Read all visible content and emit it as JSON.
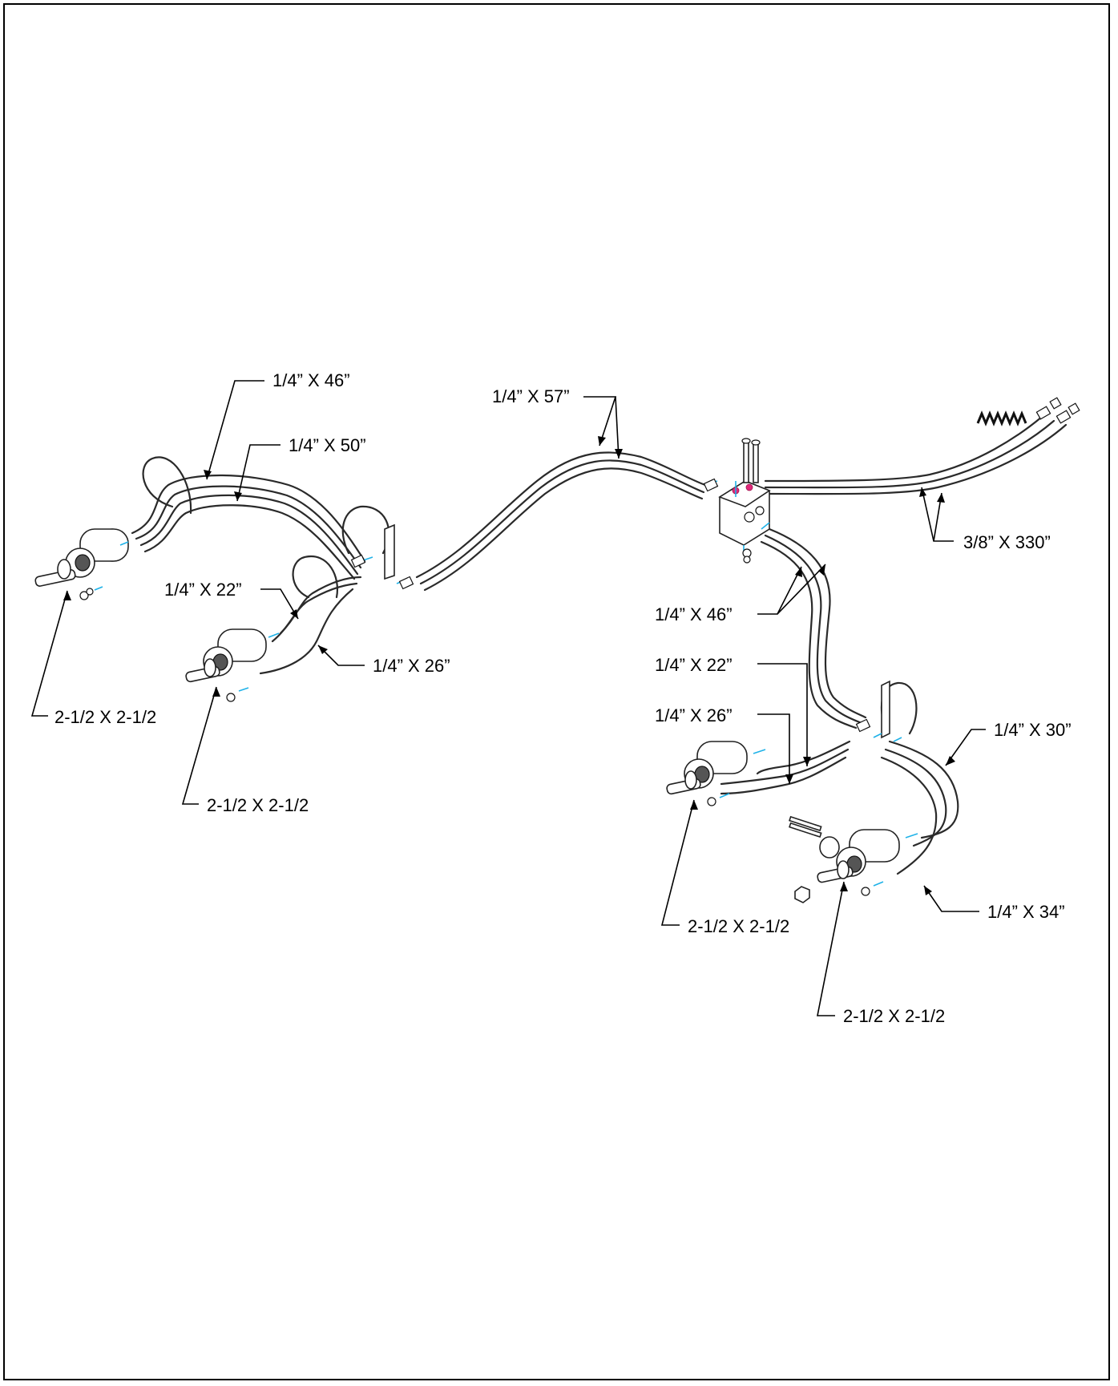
{
  "labels": {
    "hose_left_46": "1/4” X 46”",
    "hose_left_50": "1/4” X 50”",
    "hose_57": "1/4” X 57”",
    "hose_330": "3/8” X 330”",
    "hose_left_22": "1/4” X 22”",
    "hose_left_26": "1/4” X 26”",
    "hose_right_46": "1/4” X 46”",
    "hose_right_22": "1/4” X 22”",
    "hose_right_26": "1/4” X 26”",
    "hose_right_30": "1/4” X 30”",
    "hose_right_34": "1/4” X 34”",
    "cyl_left_outer": "2-1/2 X 2-1/2",
    "cyl_left_inner": "2-1/2 X 2-1/2",
    "cyl_right_inner": "2-1/2 X 2-1/2",
    "cyl_right_outer": "2-1/2 X 2-1/2"
  },
  "colors": {
    "line": "#000000",
    "fitting_accent": "#1fb2e8",
    "port_accent": "#e2287a"
  }
}
